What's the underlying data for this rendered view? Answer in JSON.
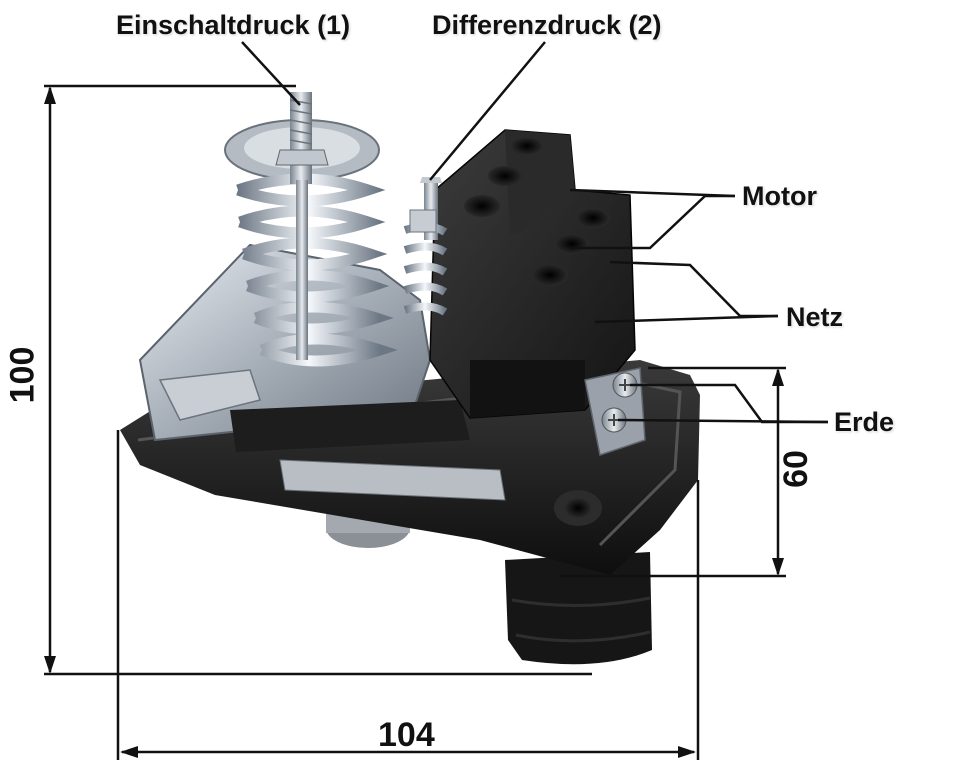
{
  "labels": {
    "einschaltdruck": "Einschaltdruck (1)",
    "differenzdruck": "Differenzdruck (2)",
    "motor": "Motor",
    "netz": "Netz",
    "erde": "Erde"
  },
  "dimensions": {
    "height": "100",
    "width": "104",
    "depth": "60"
  }
}
